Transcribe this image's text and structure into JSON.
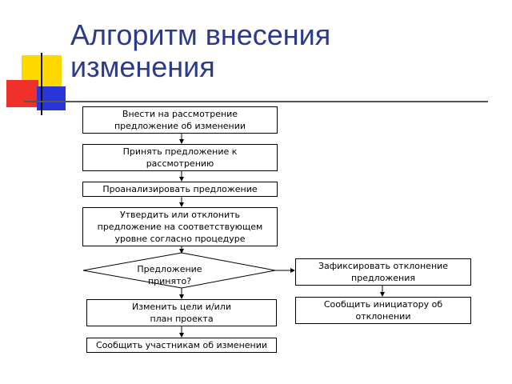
{
  "title": "Алгоритм внесения изменения",
  "title_lines": [
    "Алгоритм внесения",
    "изменения"
  ],
  "colors": {
    "title": "#2c3a87",
    "deco_yellow": "#ffd800",
    "deco_red": "#f0302a",
    "deco_blue": "#2a35d8"
  },
  "flow": {
    "step1": "Внести на рассмотрение\nпредложение об изменении",
    "step2": "Принять предложение к\nрассмотрению",
    "step3": "Проанализировать предложение",
    "step4": "Утвердить или отклонить\nпредложение на соответствующем\nуровне согласно процедуре",
    "decision": "Предложение\nпринято?",
    "yes1": "Изменить цели и/или\nплан проекта",
    "yes2": "Сообщить участникам об изменении",
    "no1": "Зафиксировать отклонение\nпредложения",
    "no2": "Сообщить инициатору об\nотклонении"
  }
}
